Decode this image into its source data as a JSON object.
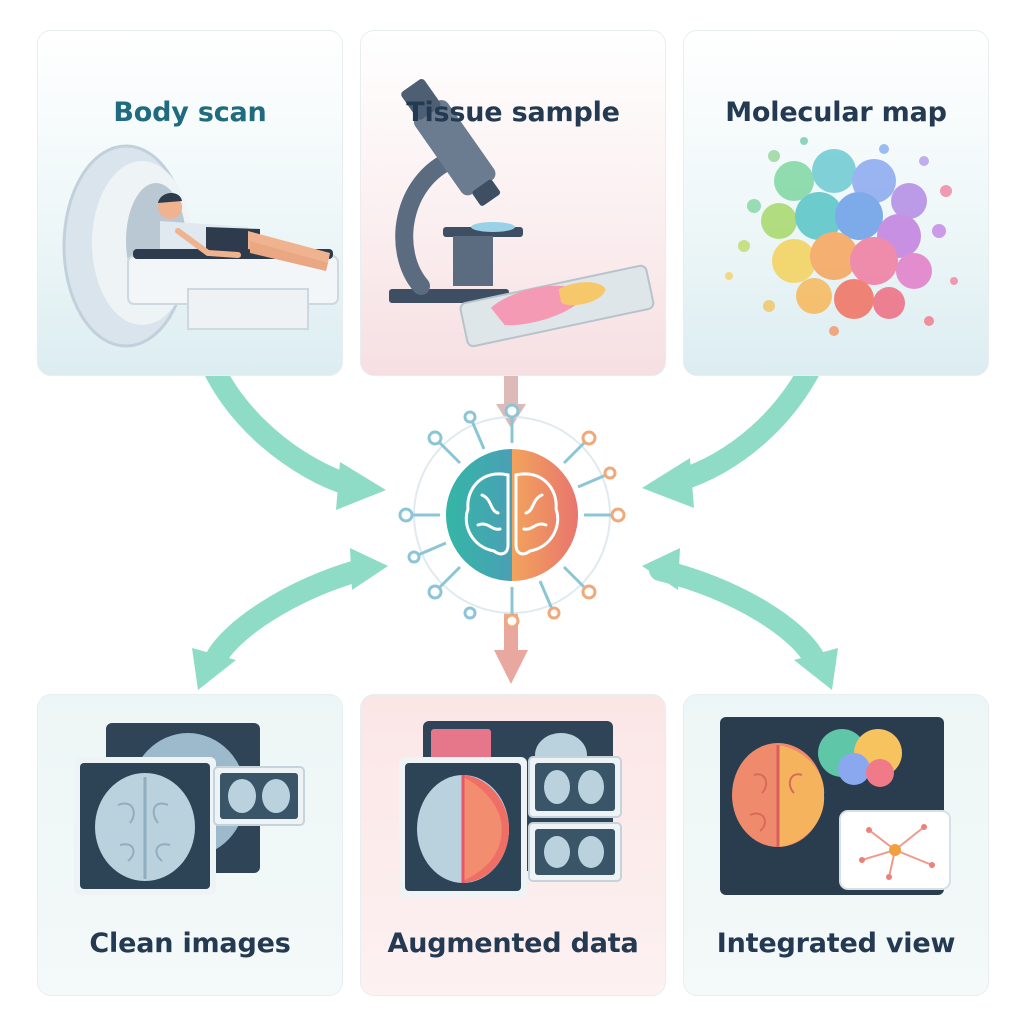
{
  "panels": {
    "body_scan": {
      "title": "Body scan"
    },
    "tissue_sample": {
      "title": "Tissue sample"
    },
    "molecular_map": {
      "title": "Molecular map"
    },
    "clean_images": {
      "title": "Clean images"
    },
    "augmented_data": {
      "title": "Augmented data"
    },
    "integrated_view": {
      "title": "Integrated view"
    }
  },
  "icons": {
    "center": "brain-network-icon",
    "scanner": "mri-scanner-icon",
    "microscope": "microscope-icon",
    "molecules": "molecular-dots-icon"
  },
  "colors": {
    "teal_arrow": "#8fdcc6",
    "pink_arrow": "#e8a79f",
    "title_teal": "#1f6c7f",
    "title_dark": "#233a52"
  }
}
